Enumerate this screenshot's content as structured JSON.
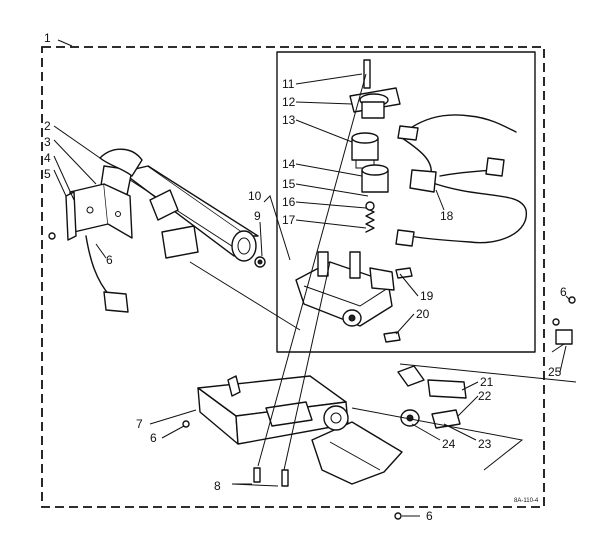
{
  "callouts": {
    "c1": "1",
    "c2": "2",
    "c3": "3",
    "c4": "4",
    "c5": "5",
    "c6a": "6",
    "c6b": "6",
    "c6c": "6",
    "c6d": "6",
    "c7": "7",
    "c8": "8",
    "c9": "9",
    "c10": "10",
    "c11": "11",
    "c12": "12",
    "c13": "13",
    "c14": "14",
    "c15": "15",
    "c16": "16",
    "c17": "17",
    "c18": "18",
    "c19": "19",
    "c20": "20",
    "c21": "21",
    "c22": "22",
    "c23": "23",
    "c24": "24",
    "c25": "25"
  },
  "drawing_code": "8A-110-4",
  "colors": {
    "ink": "#111111",
    "paper": "#ffffff"
  }
}
